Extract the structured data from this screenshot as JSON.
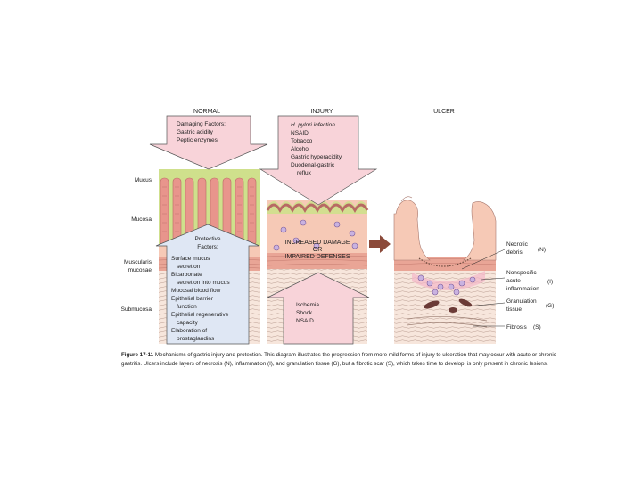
{
  "headers": {
    "normal": "NORMAL",
    "injury": "INJURY",
    "ulcer": "ULCER"
  },
  "layers": {
    "mucus": "Mucus",
    "mucosa": "Mucosa",
    "muscularis_1": "Muscularis",
    "muscularis_2": "mucosae",
    "submucosa": "Submucosa"
  },
  "damaging": {
    "title": "Damaging Factors:",
    "items": [
      "Gastric acidity",
      "Peptic enzymes"
    ]
  },
  "injury_factors": {
    "items": [
      "H. pylori infection",
      "NSAID",
      "Tobacco",
      "Alcohol",
      "Gastric hyperacidity",
      "Duodenal-gastric",
      "reflux"
    ]
  },
  "protective": {
    "title_1": "Protective",
    "title_2": "Factors:",
    "items": [
      "Surface mucus",
      "secretion",
      "Bicarbonate",
      "secretion into mucus",
      "Mucosal blood flow",
      "Epithelial barrier",
      "function",
      "Epithelial regenerative",
      "capacity",
      "Elaboration of",
      "prostaglandins"
    ]
  },
  "damage_label": {
    "line1": "INCREASED DAMAGE",
    "line2": "OR",
    "line3": "IMPAIRED DEFENSES"
  },
  "injury_causes": {
    "items": [
      "Ischemia",
      "Shock",
      "NSAID"
    ]
  },
  "ulcer_labels": {
    "necrotic_1": "Necrotic",
    "necrotic_2": "debris",
    "necrotic_code": "(N)",
    "nonspecific_1": "Nonspecific",
    "nonspecific_2": "acute",
    "nonspecific_3": "inflammation",
    "nonspecific_code": "(I)",
    "granulation_1": "Granulation",
    "granulation_2": "tissue",
    "granulation_code": "(G)",
    "fibrosis": "Fibrosis",
    "fibrosis_code": "(S)"
  },
  "caption": {
    "figure": "Figure 17-11",
    "text": "Mechanisms of gastric injury and protection. This diagram illustrates the progression from more mild forms of injury to ulceration that may occur with acute or chronic gastritis. Ulcers include layers of necrosis (N), inflammation (I), and granulation tissue (G), but a fibrotic scar (S), which takes time to develop, is only present in chronic lesions."
  },
  "colors": {
    "mucus": "#cfe08c",
    "mucosa": "#f6c9b6",
    "epithelium": "#e8958c",
    "muscularis": "#e9a596",
    "submucosa": "#f7e6dc",
    "pink_arrow": "#f8d3d9",
    "blue_arrow": "#dfe7f4",
    "brown_arrow": "#8b4a3a"
  }
}
